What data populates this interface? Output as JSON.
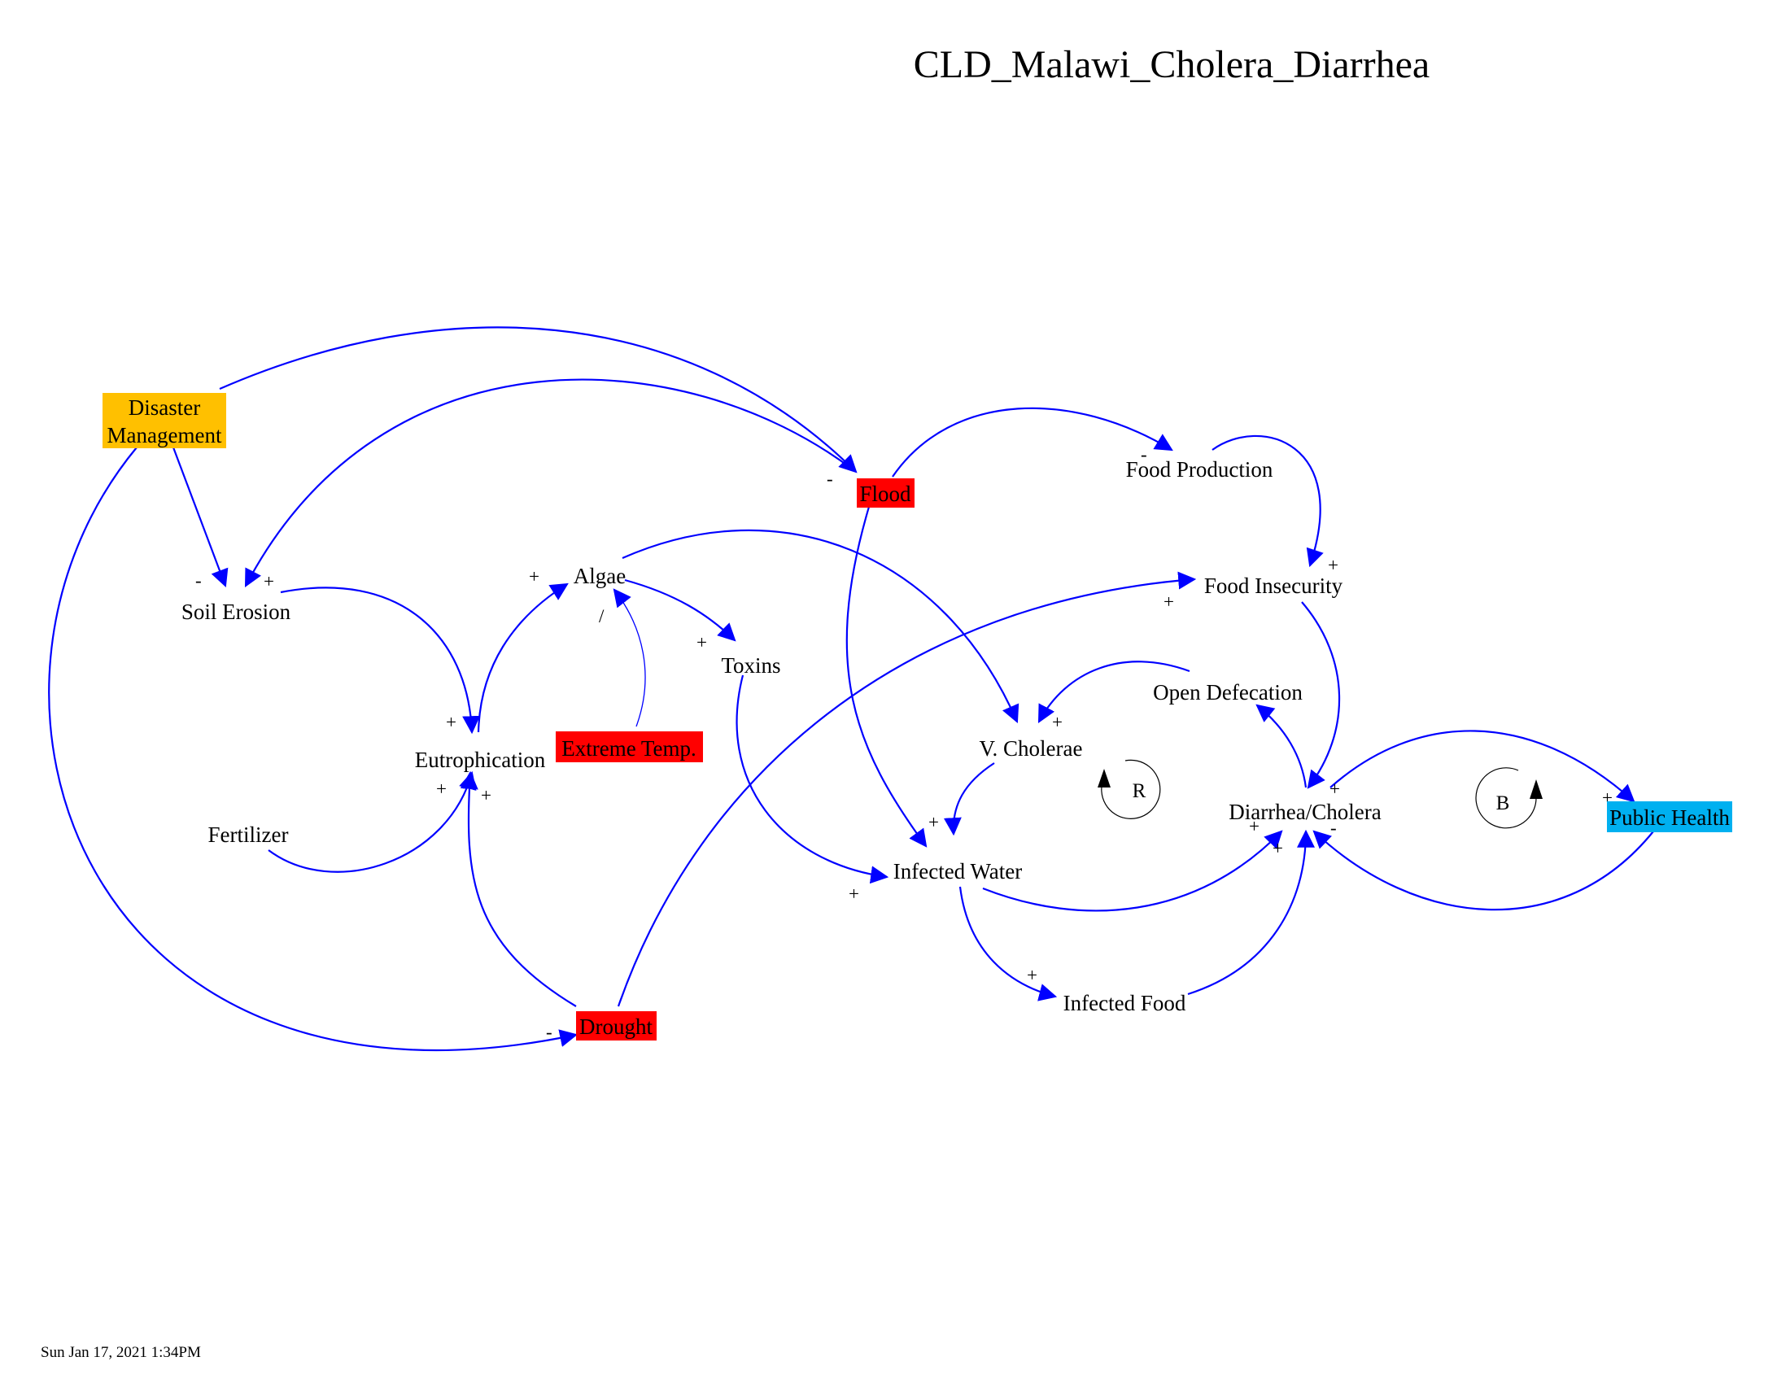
{
  "title": "CLD_Malawi_Cholera_Diarrhea",
  "timestamp": "Sun Jan 17, 2021 1:34PM",
  "colors": {
    "link": "#0000ff",
    "hazard_box": "#ff0000",
    "management_box": "#ffc000",
    "health_box": "#00b0f0",
    "text": "#000000"
  },
  "variables": {
    "disaster_management": {
      "line1": "Disaster",
      "line2": "Management"
    },
    "flood": "Flood",
    "drought": "Drought",
    "extreme_temp": "Extreme Temp.",
    "public_health": "Public Health",
    "food_production": "Food Production",
    "food_insecurity": "Food Insecurity",
    "soil_erosion": "Soil Erosion",
    "algae": "Algae",
    "toxins": "Toxins",
    "eutrophication": "Eutrophication",
    "fertilizer": "Fertilizer",
    "v_cholerae": "V. Cholerae",
    "open_defecation": "Open Defecation",
    "diarrhea_cholera": "Diarrhea/Cholera",
    "infected_water": "Infected Water",
    "infected_food": "Infected Food"
  },
  "loops": {
    "reinforcing": "R",
    "balancing": "B"
  },
  "links": [
    {
      "from": "Disaster Management",
      "to": "Flood",
      "polarity": "-"
    },
    {
      "from": "Disaster Management",
      "to": "Soil Erosion",
      "polarity": "-"
    },
    {
      "from": "Disaster Management",
      "to": "Drought",
      "polarity": "-"
    },
    {
      "from": "Flood",
      "to": "Soil Erosion",
      "polarity": "+"
    },
    {
      "from": "Flood",
      "to": "Food Production",
      "polarity": "-"
    },
    {
      "from": "Flood",
      "to": "Infected Water",
      "polarity": "+"
    },
    {
      "from": "Food Production",
      "to": "Food Insecurity",
      "polarity": "+"
    },
    {
      "from": "Drought",
      "to": "Food Insecurity",
      "polarity": "+"
    },
    {
      "from": "Drought",
      "to": "Eutrophication",
      "polarity": "+"
    },
    {
      "from": "Soil Erosion",
      "to": "Eutrophication",
      "polarity": "+"
    },
    {
      "from": "Fertilizer",
      "to": "Eutrophication",
      "polarity": "+"
    },
    {
      "from": "Eutrophication",
      "to": "Algae",
      "polarity": "+"
    },
    {
      "from": "Extreme Temp.",
      "to": "Algae",
      "polarity": "/"
    },
    {
      "from": "Algae",
      "to": "Toxins",
      "polarity": "+"
    },
    {
      "from": "Algae",
      "to": "V. Cholerae",
      "polarity": "+"
    },
    {
      "from": "Toxins",
      "to": "Infected Water",
      "polarity": "+"
    },
    {
      "from": "V. Cholerae",
      "to": "Infected Water",
      "polarity": "+"
    },
    {
      "from": "Infected Water",
      "to": "Diarrhea/Cholera",
      "polarity": "+"
    },
    {
      "from": "Infected Water",
      "to": "Infected Food",
      "polarity": "+"
    },
    {
      "from": "Infected Food",
      "to": "Diarrhea/Cholera",
      "polarity": "+"
    },
    {
      "from": "Food Insecurity",
      "to": "Diarrhea/Cholera",
      "polarity": "+"
    },
    {
      "from": "Diarrhea/Cholera",
      "to": "Open Defecation",
      "polarity": ""
    },
    {
      "from": "Open Defecation",
      "to": "V. Cholerae",
      "polarity": "+"
    },
    {
      "from": "Diarrhea/Cholera",
      "to": "Public Health",
      "polarity": "+"
    },
    {
      "from": "Public Health",
      "to": "Diarrhea/Cholera",
      "polarity": "-"
    }
  ]
}
